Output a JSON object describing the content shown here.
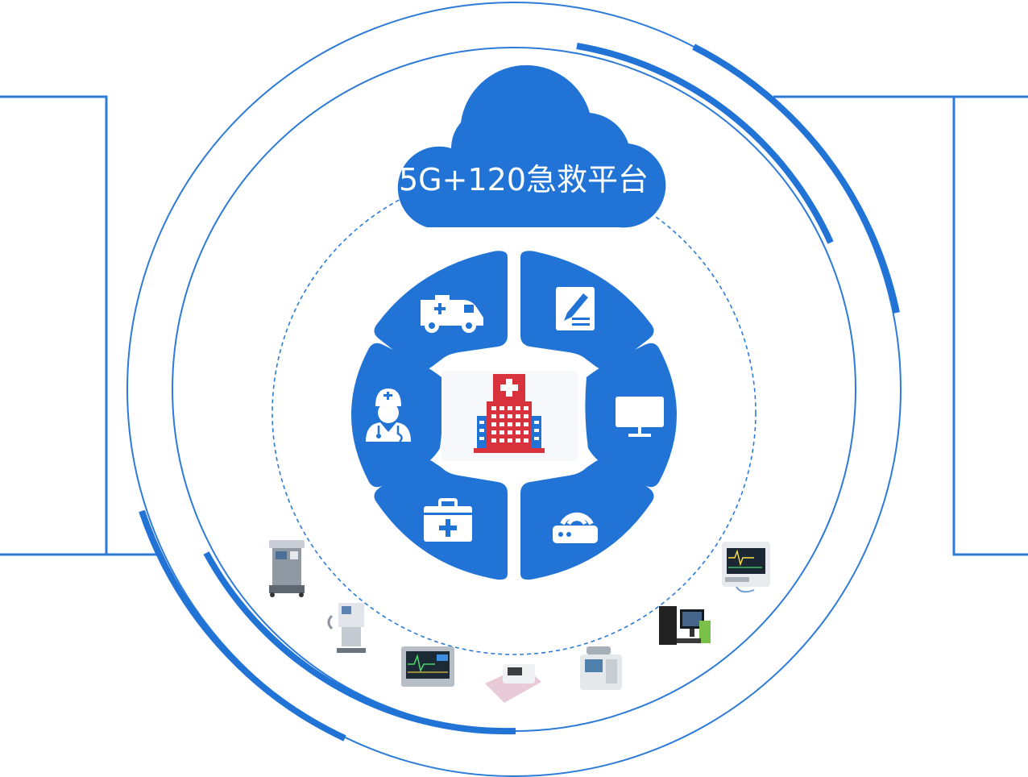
{
  "platform": {
    "title": "5G+120急救平台"
  },
  "colors": {
    "primary_blue": "#2174d6",
    "line_blue": "#2d7bd8",
    "hospital_red": "#d8333c",
    "background": "#ffffff",
    "core_bg": "#f7f8fb"
  },
  "center": {
    "icon": "hospital-icon"
  },
  "segments": [
    {
      "position": "top-left",
      "icon": "ambulance-icon"
    },
    {
      "position": "top-right",
      "icon": "edit-document-icon"
    },
    {
      "position": "right",
      "icon": "monitor-icon"
    },
    {
      "position": "bottom-right",
      "icon": "wifi-router-icon"
    },
    {
      "position": "bottom-left",
      "icon": "first-aid-kit-icon"
    },
    {
      "position": "left",
      "icon": "doctor-icon"
    }
  ],
  "devices": [
    {
      "icon": "anesthesia-machine-icon"
    },
    {
      "icon": "ventilator-icon"
    },
    {
      "icon": "patient-monitor-icon"
    },
    {
      "icon": "ecg-machine-icon"
    },
    {
      "icon": "defibrillator-icon"
    },
    {
      "icon": "workstation-computer-icon"
    },
    {
      "icon": "vital-signs-monitor-icon"
    }
  ]
}
